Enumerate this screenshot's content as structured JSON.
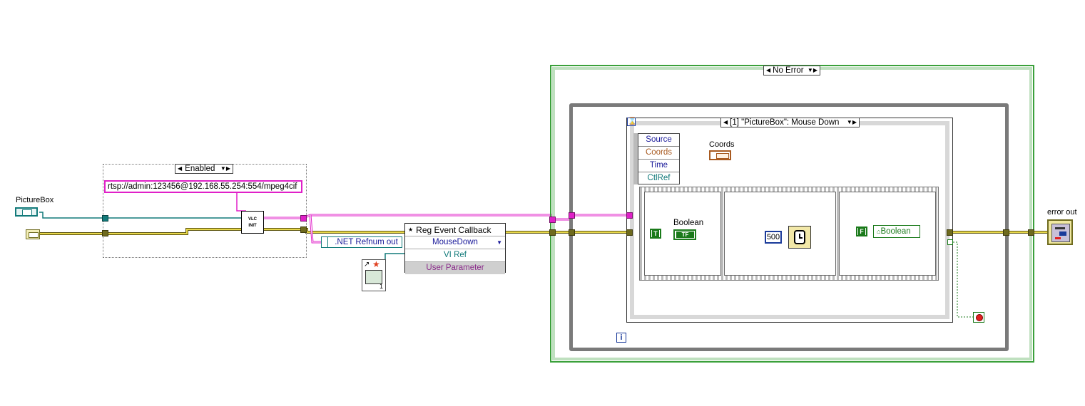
{
  "diagram_disable": {
    "selector_label": "Enabled"
  },
  "url_constant": {
    "value": "rtsp://admin:123456@192.168.55.254:554/mpeg4cif"
  },
  "picturebox_control": {
    "label": "PictureBox"
  },
  "vlc_init_subvi": {
    "line1": "VLC",
    "line2": "INIT"
  },
  "net_refnum_out": {
    "label": ".NET Refnum out"
  },
  "reg_event_callback": {
    "title": "Reg Event Callback",
    "rows": [
      "MouseDown",
      "VI Ref",
      "User Parameter"
    ]
  },
  "vi_ref_constant": {
    "count": "1"
  },
  "case_structure": {
    "selector_label": "No Error"
  },
  "event_structure": {
    "selector_label": "[1] \"PictureBox\": Mouse Down",
    "event_data": [
      "Source",
      "Coords",
      "Time",
      "CtlRef"
    ],
    "coords_label": "Coords"
  },
  "sequence_frame1": {
    "label": "Boolean",
    "const": "T",
    "indicator": "TF"
  },
  "sequence_frame2": {
    "wait_value": "500"
  },
  "sequence_frame3": {
    "const": "F",
    "local_var": "Boolean"
  },
  "while_loop": {
    "iteration_label": "i"
  },
  "error_out": {
    "label": "error out"
  },
  "colors": {
    "error_wire": "#d6c43a",
    "dotnet_wire": "#e020c8",
    "refnum_wire": "#127a7a",
    "boolean": "#1a7a1a",
    "case_border": "#3aa03a",
    "loop_border": "#777777"
  }
}
